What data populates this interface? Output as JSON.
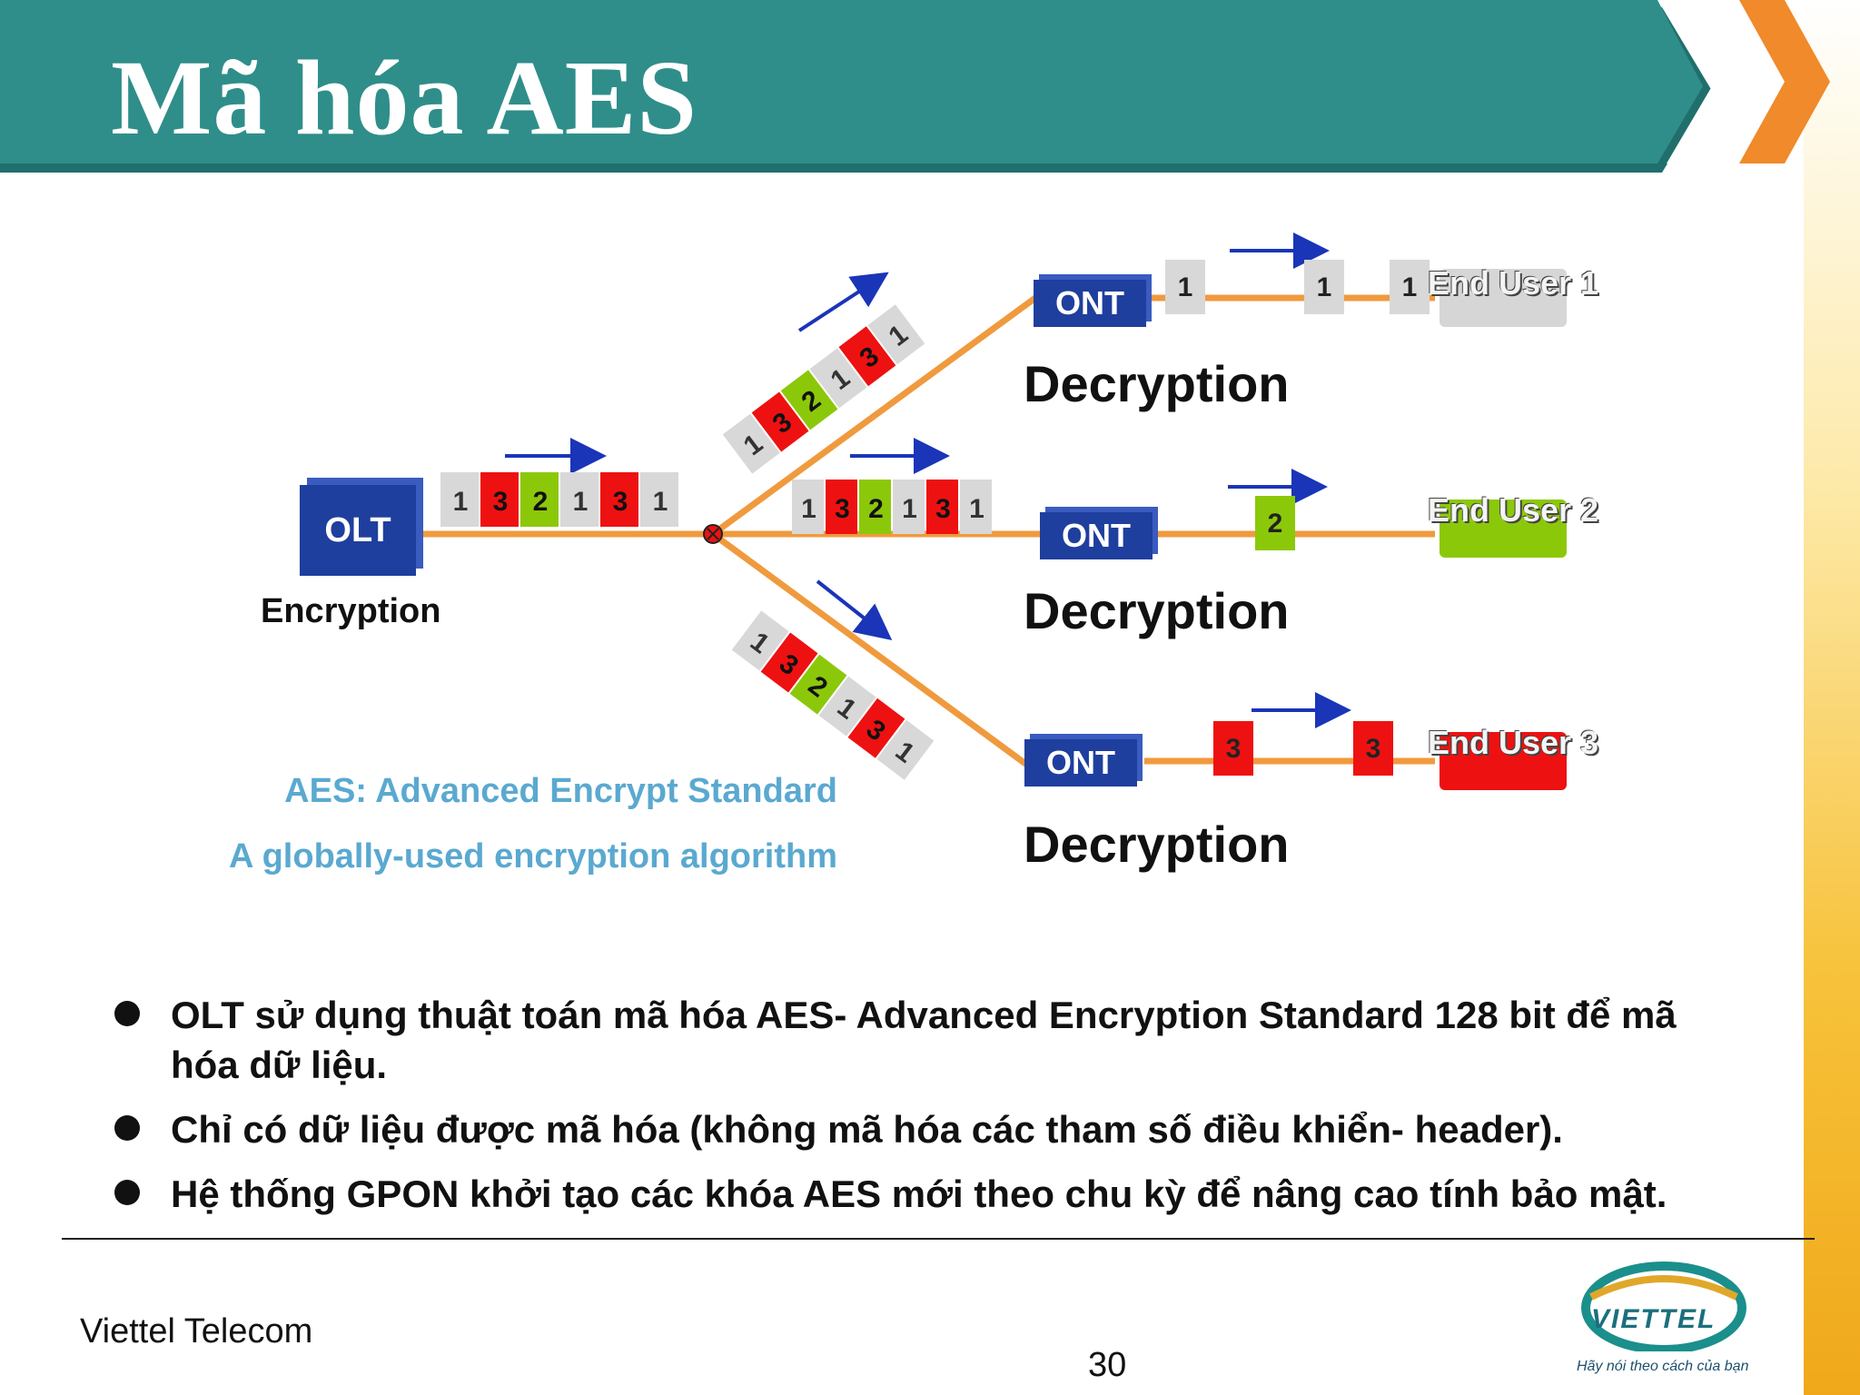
{
  "title": "Mã hóa AES",
  "colors": {
    "banner": "#2f8e8a",
    "banner_dark": "#206f6c",
    "orange": "#f09a3e",
    "node_blue": "#1f3f9e",
    "red": "#ee1111",
    "green": "#8cc80a",
    "gray": "#d8d8d8",
    "arrow": "#1a35b8",
    "note": "#5aa9d0"
  },
  "diagram": {
    "olt_label": "OLT",
    "encryption_label": "Encryption",
    "trunk_packets": [
      "1",
      "3",
      "2",
      "1",
      "3",
      "1"
    ],
    "ont_label": "ONT",
    "decryption_label": "Decryption",
    "branches": [
      {
        "packets": [
          "1",
          "3",
          "2",
          "1",
          "3",
          "1"
        ],
        "delivered": [
          "1",
          "1",
          "1"
        ],
        "user_label": "End User 1",
        "user_color": "#d6d6d6"
      },
      {
        "packets": [
          "1",
          "3",
          "2",
          "1",
          "3",
          "1"
        ],
        "delivered": [
          "2"
        ],
        "user_label": "End User 2",
        "user_color": "#8cc80a"
      },
      {
        "packets": [
          "1",
          "3",
          "2",
          "1",
          "3",
          "1"
        ],
        "delivered": [
          "3",
          "3"
        ],
        "user_label": "End User 3",
        "user_color": "#ee1111"
      }
    ],
    "note_line1": "AES: Advanced Encrypt Standard",
    "note_line2": "A globally-used encryption algorithm"
  },
  "bullets": [
    "OLT sử dụng thuật toán mã hóa AES- Advanced Encryption Standard 128 bit để mã hóa dữ liệu.",
    "Chỉ có dữ liệu được mã hóa (không mã hóa các tham số điều khiển- header).",
    "Hệ thống GPON khởi tạo các khóa AES mới theo chu kỳ để nâng cao tính bảo mật."
  ],
  "footer": {
    "company": "Viettel Telecom",
    "page_number": "30",
    "logo_word": "VIETTEL",
    "logo_tagline": "Hãy nói theo cách của bạn"
  }
}
